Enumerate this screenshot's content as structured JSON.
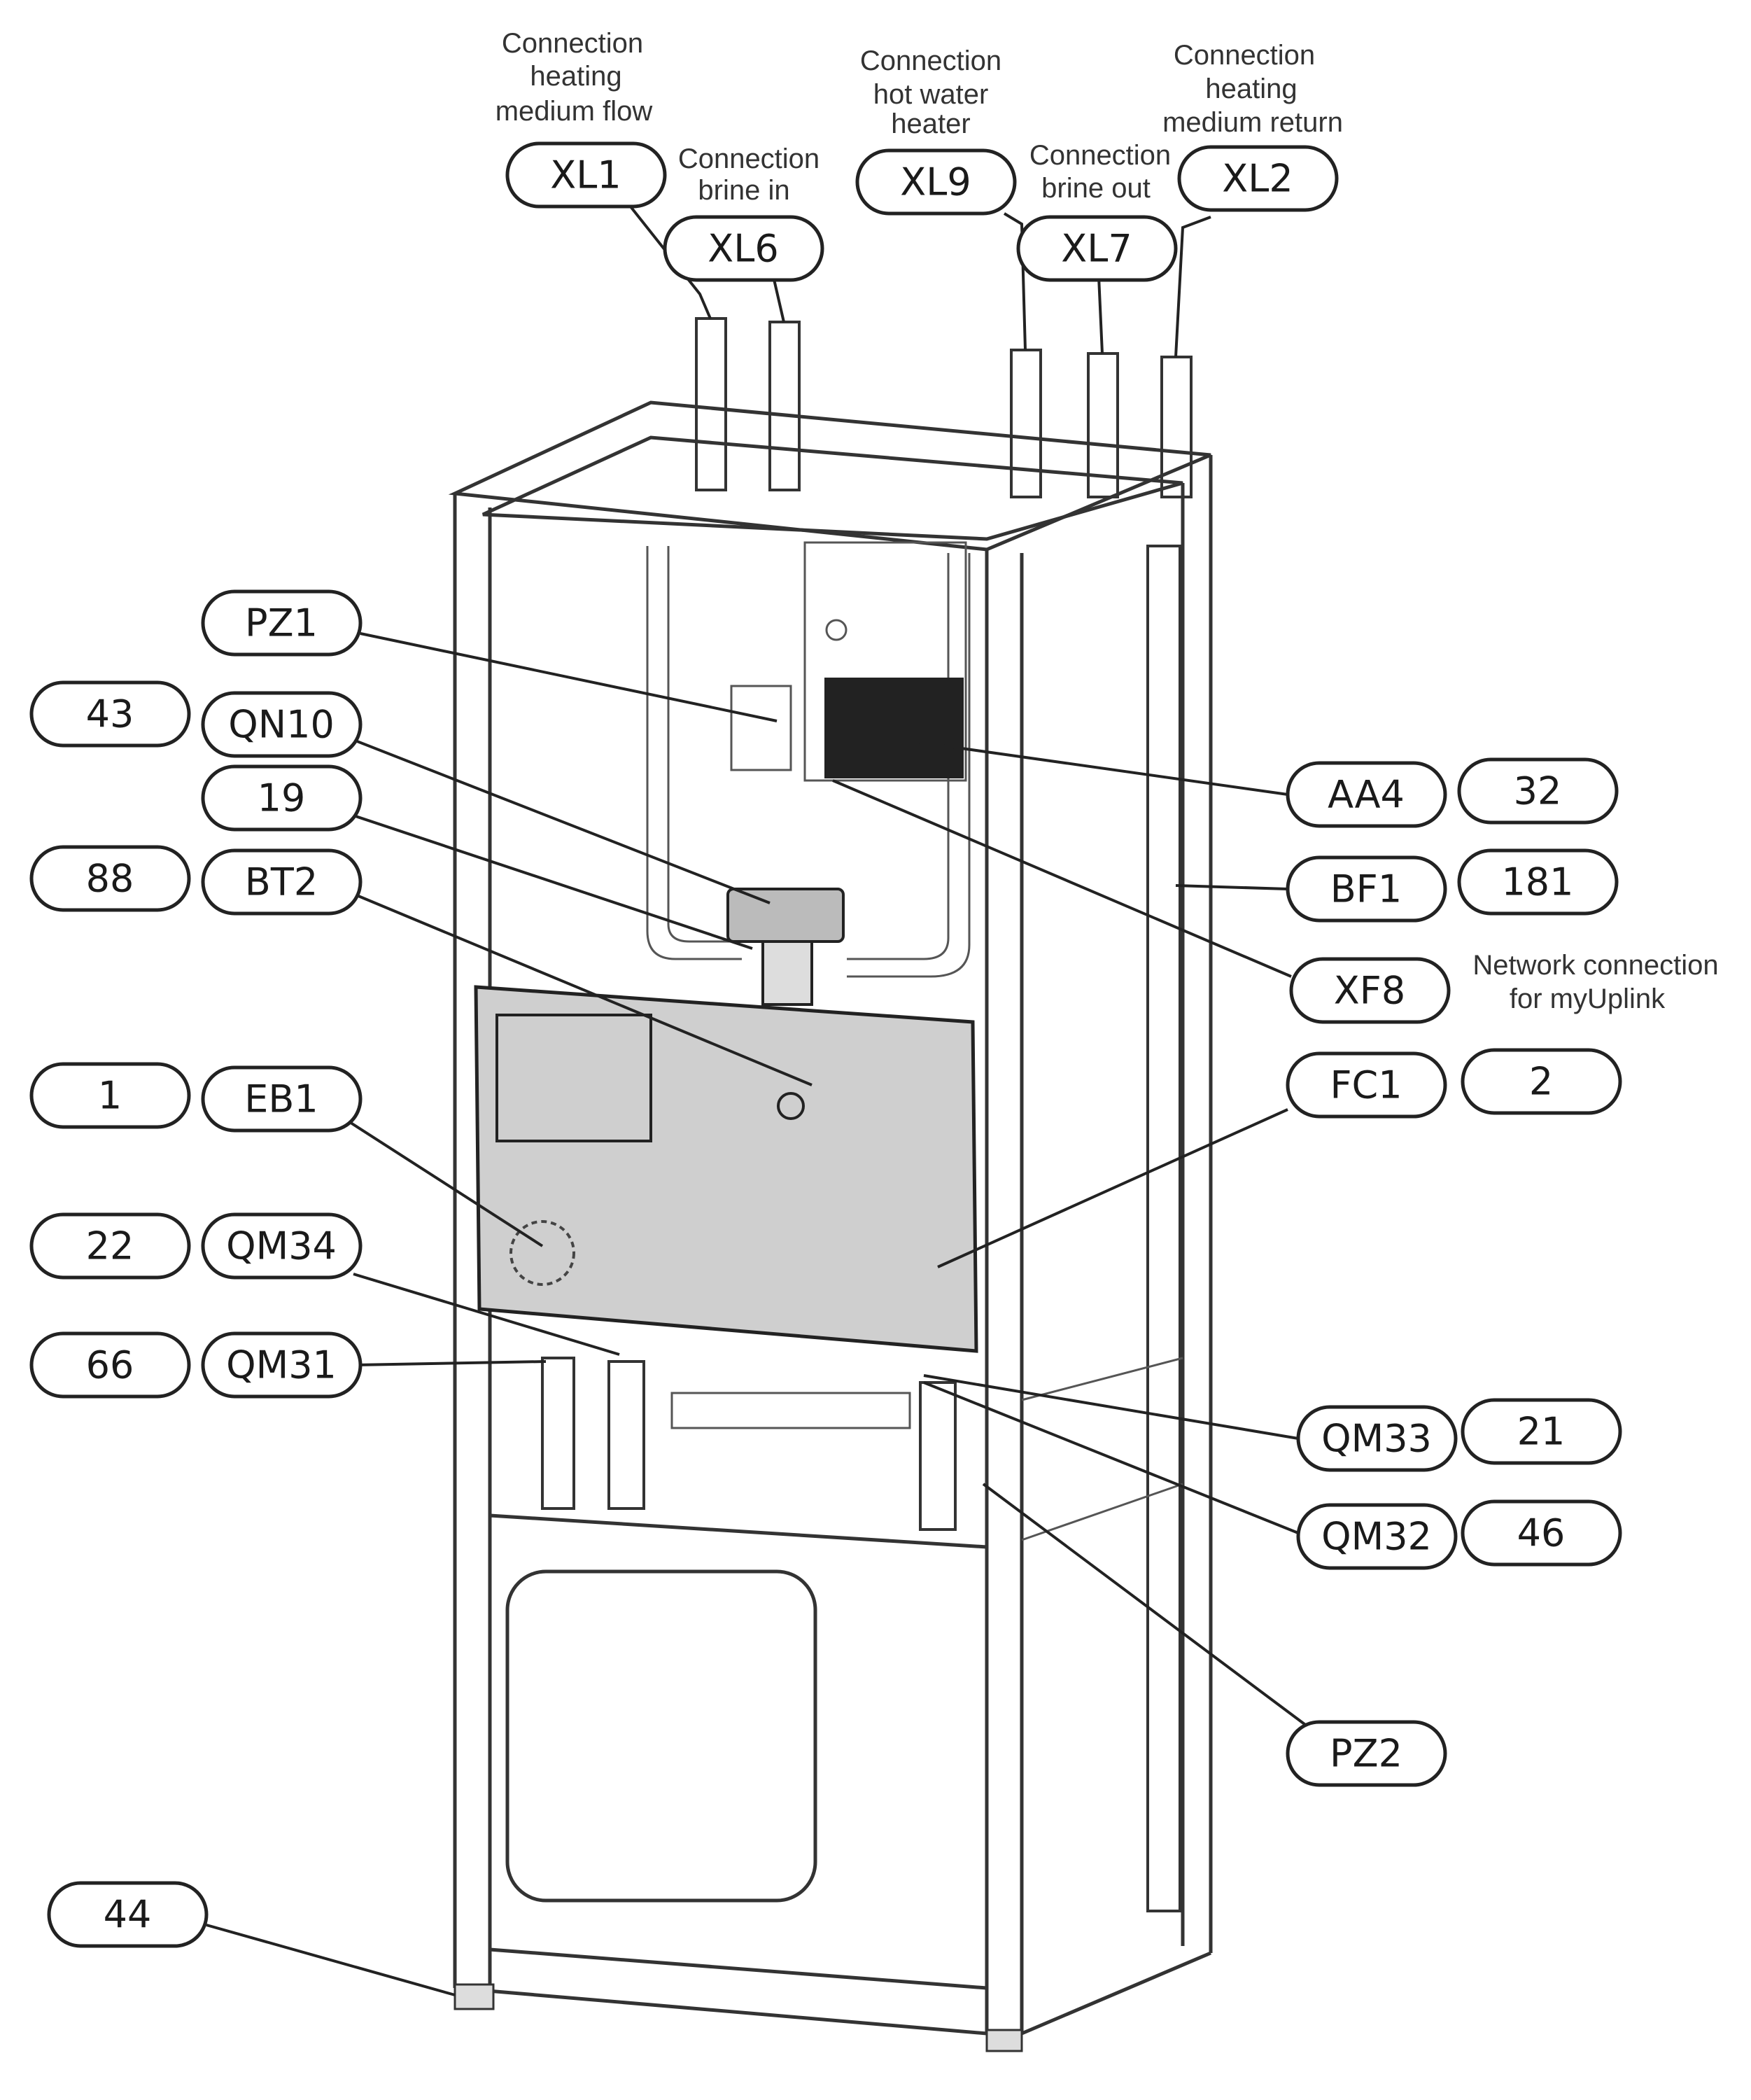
{
  "captions": {
    "xl1": [
      "Connection",
      "heating",
      "medium flow"
    ],
    "xl6": [
      "Connection",
      "brine in"
    ],
    "xl9": [
      "Connection",
      "hot water",
      "heater"
    ],
    "xl7": [
      "Connection",
      "brine out"
    ],
    "xl2": [
      "Connection",
      "heating",
      "medium return"
    ],
    "xf8": [
      "Network connection",
      "for myUplink"
    ]
  },
  "labels": {
    "XL1": "XL1",
    "XL6": "XL6",
    "XL9": "XL9",
    "XL7": "XL7",
    "XL2": "XL2",
    "PZ1": "PZ1",
    "n43": "43",
    "QN10": "QN10",
    "n19": "19",
    "n88": "88",
    "BT2": "BT2",
    "n1": "1",
    "EB1": "EB1",
    "n22": "22",
    "QM34": "QM34",
    "n66": "66",
    "QM31": "QM31",
    "n44": "44",
    "AA4": "AA4",
    "n32": "32",
    "BF1": "BF1",
    "n181": "181",
    "XF8": "XF8",
    "FC1": "FC1",
    "n2": "2",
    "QM33": "QM33",
    "n21": "21",
    "QM32": "QM32",
    "n46": "46",
    "PZ2": "PZ2"
  }
}
